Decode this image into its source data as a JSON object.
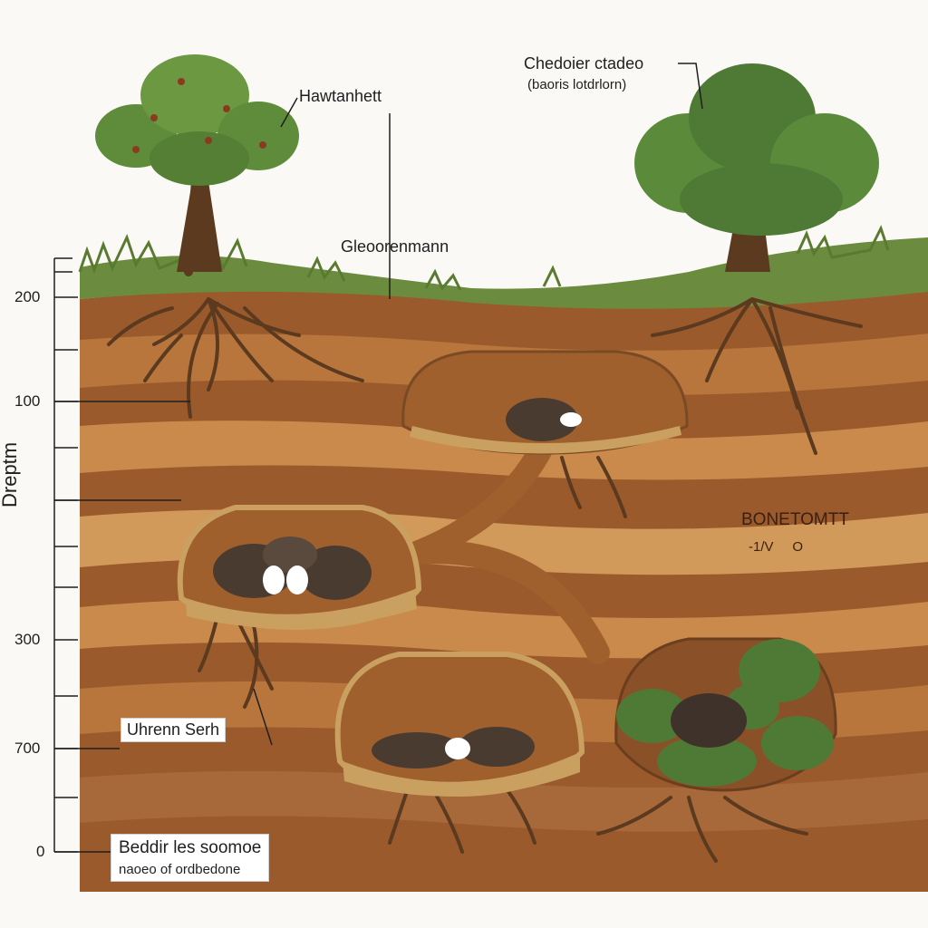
{
  "axis": {
    "title": "Dreptm",
    "ticks": [
      "200",
      "100",
      "300",
      "700",
      "0"
    ]
  },
  "labels": {
    "hawthorn": "Hawtanhett",
    "center": "Gleoorenmann",
    "right_tree_title": "Chedoier ctadeo",
    "right_tree_sub": "(baoris lotdrlorn)",
    "right_chamber_title": "BONETOMTT",
    "right_chamber_sub": "-1/V     O",
    "left_box": "Uhrenn Serh",
    "bottom_box_title": "Beddir les soomoe",
    "bottom_box_sub": "naoeo of ordbedone"
  },
  "colors": {
    "sky": "#fbf9f6",
    "grass": "#6b8c3e",
    "soil_dark": "#9a5a2c",
    "soil_light": "#c98a4b",
    "chamber": "#a0602d",
    "bedding": "#c9a060",
    "badger": "#4a3b31",
    "fern": "#4f7a35",
    "root": "#5b3a1f"
  },
  "icons": [
    "hawthorn-tree-icon",
    "elder-tree-icon",
    "badger-icon",
    "fern-icon",
    "root-icon"
  ]
}
